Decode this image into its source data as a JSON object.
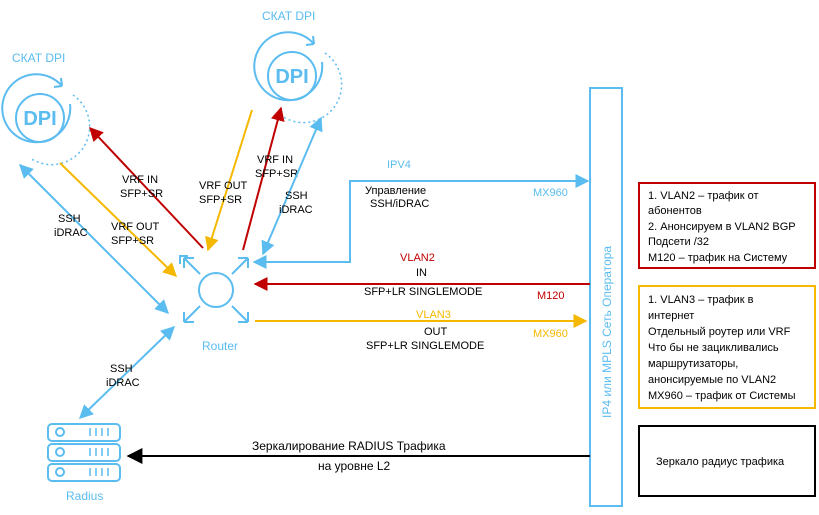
{
  "colors": {
    "blue": "#5bbcf0",
    "red": "#c00000",
    "yellow": "#f5b800",
    "black": "#000000"
  },
  "dpi_left": {
    "title": "СКАТ DPI",
    "logo": "DPI"
  },
  "dpi_top": {
    "title": "СКАТ DPI",
    "logo": "DPI"
  },
  "router": {
    "label": "Router",
    "icon": "router-icon"
  },
  "radius": {
    "label": "Radius",
    "icon": "server-icon"
  },
  "operator_bar": {
    "label": "IP4 или MPLS Сеть Оператора"
  },
  "links": {
    "left_red": {
      "line1": "VRF IN",
      "line2": "SFP+SR"
    },
    "left_yellow": {
      "line1": "VRF OUT",
      "line2": "SFP+SR"
    },
    "left_blue": {
      "line1": "SSH",
      "line2": "iDRAC"
    },
    "top_yellow": {
      "line1": "VRF OUT",
      "line2": "SFP+SR"
    },
    "top_red": {
      "line1": "VRF IN",
      "line2": "SFP+SR"
    },
    "top_blue": {
      "line1": "SSH",
      "line2": "iDRAC"
    },
    "radius_blue": {
      "line1": "SSH",
      "line2": "iDRAC"
    },
    "ipv4": {
      "title": "IPV4",
      "line1": "Управление",
      "line2": "SSH/iDRAC",
      "tag": "MX960"
    },
    "vlan2": {
      "title": "VLAN2",
      "line1": "IN",
      "line2": "SFP+LR SINGLEMODE",
      "tag": "M120"
    },
    "vlan3": {
      "title": "VLAN3",
      "line1": "OUT",
      "line2": "SFP+LR SINGLEMODE",
      "tag": "MX960"
    },
    "mirror": {
      "line1": "Зеркалирование RADIUS Трафика",
      "line2": "на уровне L2"
    }
  },
  "notes": {
    "red_box": [
      "1. VLAN2 – трафик от",
      "абонентов",
      "2. Анонсируем в VLAN2 BGP",
      "Подсети /32",
      "M120 – трафик на Систему"
    ],
    "yellow_box": [
      "1. VLAN3 – трафик в",
      "интернет",
      "Отдельный роутер или VRF",
      "Что бы не зацикливались",
      "маршрутизаторы,",
      "анонсируемые по VLAN2",
      "MX960 – трафик от Системы"
    ],
    "black_box": [
      "Зеркало радиус трафика"
    ]
  }
}
